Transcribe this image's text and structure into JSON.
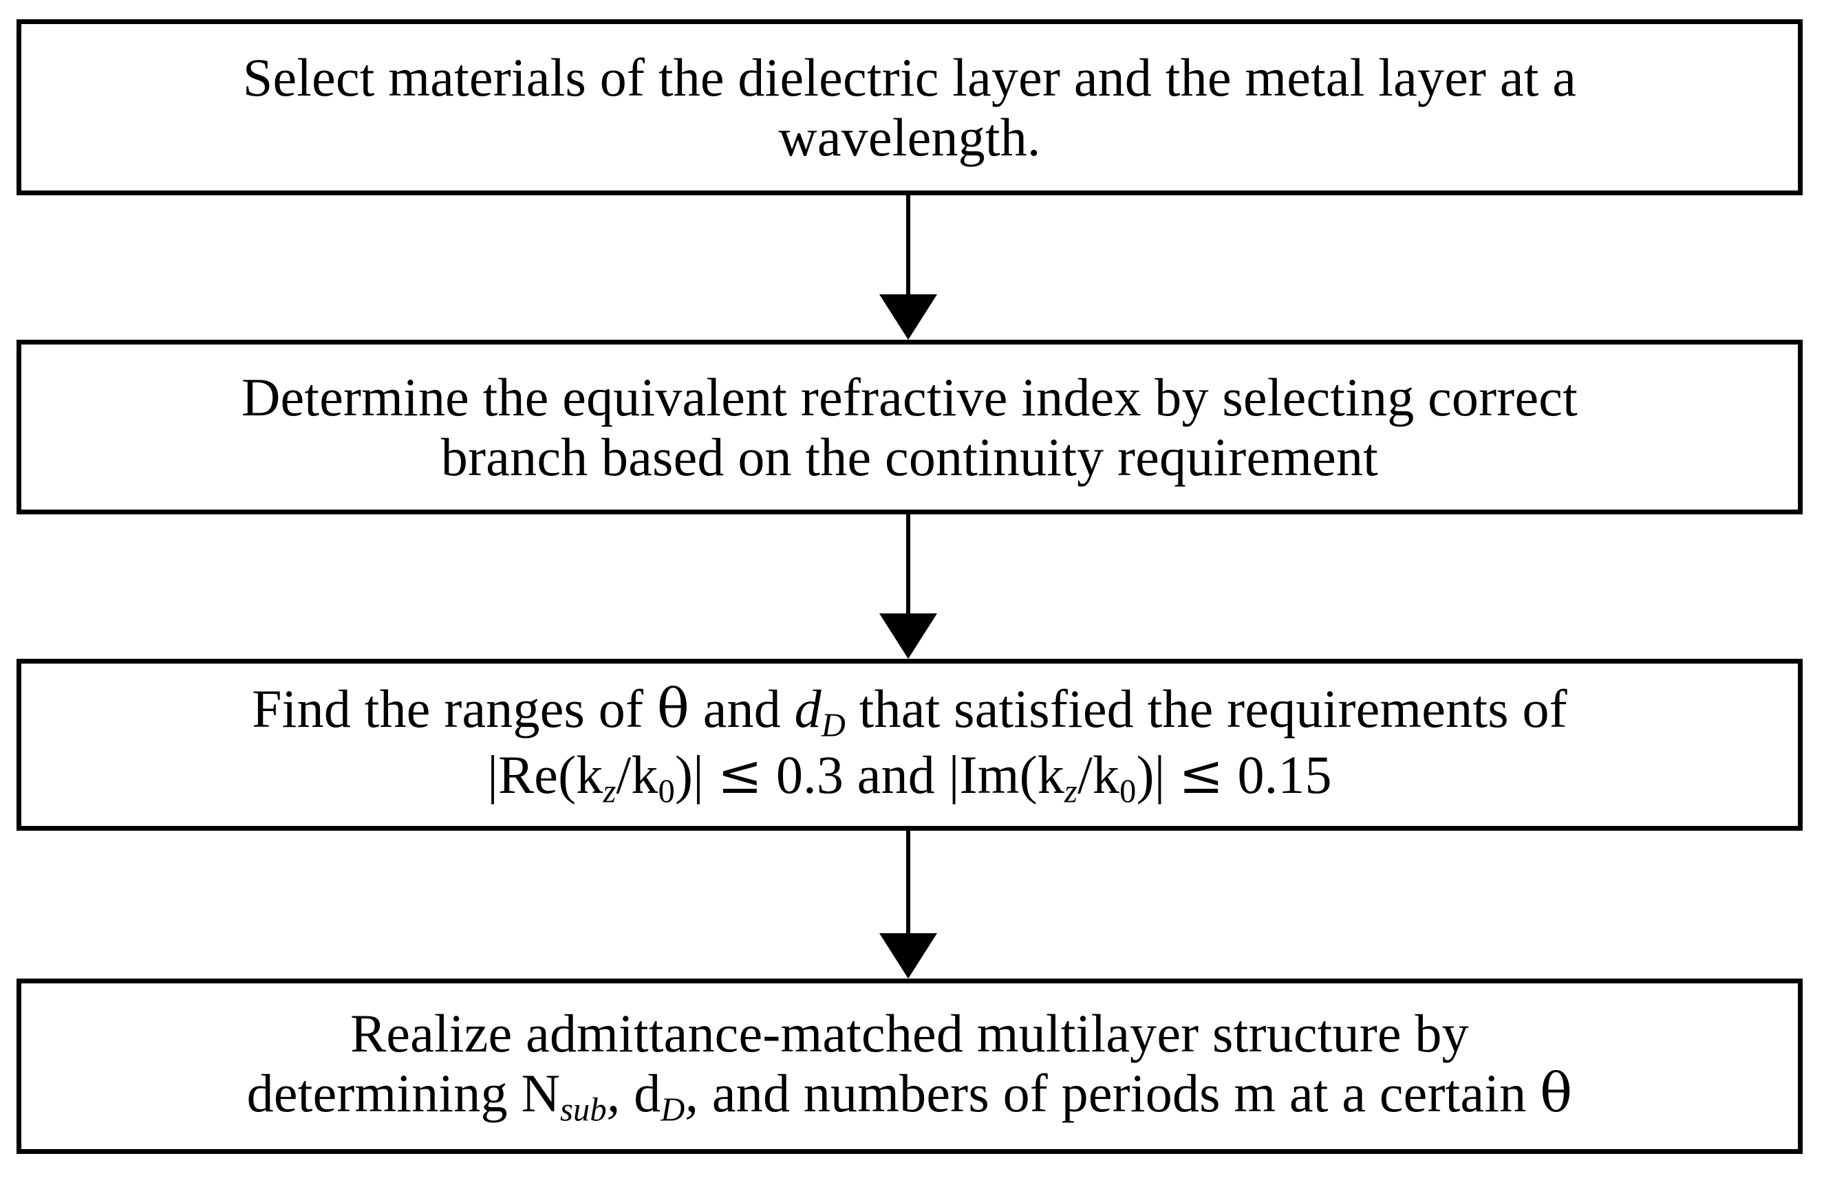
{
  "diagram": {
    "type": "flowchart",
    "orientation": "vertical",
    "title": "",
    "colors": {
      "border": "#000000",
      "background": "#ffffff",
      "text": "#000000",
      "arrow": "#000000"
    },
    "nodes": [
      {
        "id": "node-1",
        "shape": "rectangle",
        "text": "Select materials of the dielectric layer and the metal layer at a wavelength.",
        "lines": [
          "Select materials of the dielectric layer and the metal layer at a",
          "wavelength."
        ]
      },
      {
        "id": "node-2",
        "shape": "rectangle",
        "text": "Determine the equivalent refractive index by selecting correct branch based on the continuity requirement",
        "lines": [
          "Determine the equivalent refractive index by selecting correct",
          "branch based on the continuity requirement"
        ]
      },
      {
        "id": "node-3",
        "shape": "rectangle",
        "text": "Find the ranges of θ and d_D that satisfied the requirements of |Re(k_z/k_0)| ≤ 0.3 and |Im(k_z/k_0)| ≤ 0.15",
        "line1": {
          "prefix": "Find the ranges of ",
          "theta": "θ",
          "middle": " and ",
          "var_d": "d",
          "var_d_sub": "D",
          "suffix": " that satisfied the requirements of"
        },
        "line2": {
          "re_open": "|Re(k",
          "re_sub_z": "z",
          "re_slash": "/k",
          "re_sub_0": "0",
          "re_close": ")|",
          "re_relation": "≤",
          "re_value": "0.3",
          "conjunction": "and",
          "im_open": "|Im(k",
          "im_sub_z": "z",
          "im_slash": "/k",
          "im_sub_0": "0",
          "im_close": ")|",
          "im_relation": "≤",
          "im_value": "0.15"
        }
      },
      {
        "id": "node-4",
        "shape": "rectangle",
        "text": "Realize admittance-matched multilayer structure by determining N_sub, d_D, and numbers of periods m at a certain θ",
        "line1": "Realize admittance-matched multilayer structure by",
        "line2": {
          "prefix": "determining ",
          "var_N": "N",
          "var_N_sub": "sub",
          "comma_1": ",",
          "var_d": "d",
          "var_d_sub": "D",
          "comma_2": ",",
          "middle": " and numbers of periods m at a certain ",
          "theta": "θ"
        }
      }
    ],
    "edges": [
      {
        "id": "arrow-1",
        "from": "node-1",
        "to": "node-2",
        "label": "",
        "style": "solid-arrow-down"
      },
      {
        "id": "arrow-2",
        "from": "node-2",
        "to": "node-3",
        "label": "",
        "style": "solid-arrow-down"
      },
      {
        "id": "arrow-3",
        "from": "node-3",
        "to": "node-4",
        "label": "",
        "style": "solid-arrow-down"
      }
    ]
  }
}
